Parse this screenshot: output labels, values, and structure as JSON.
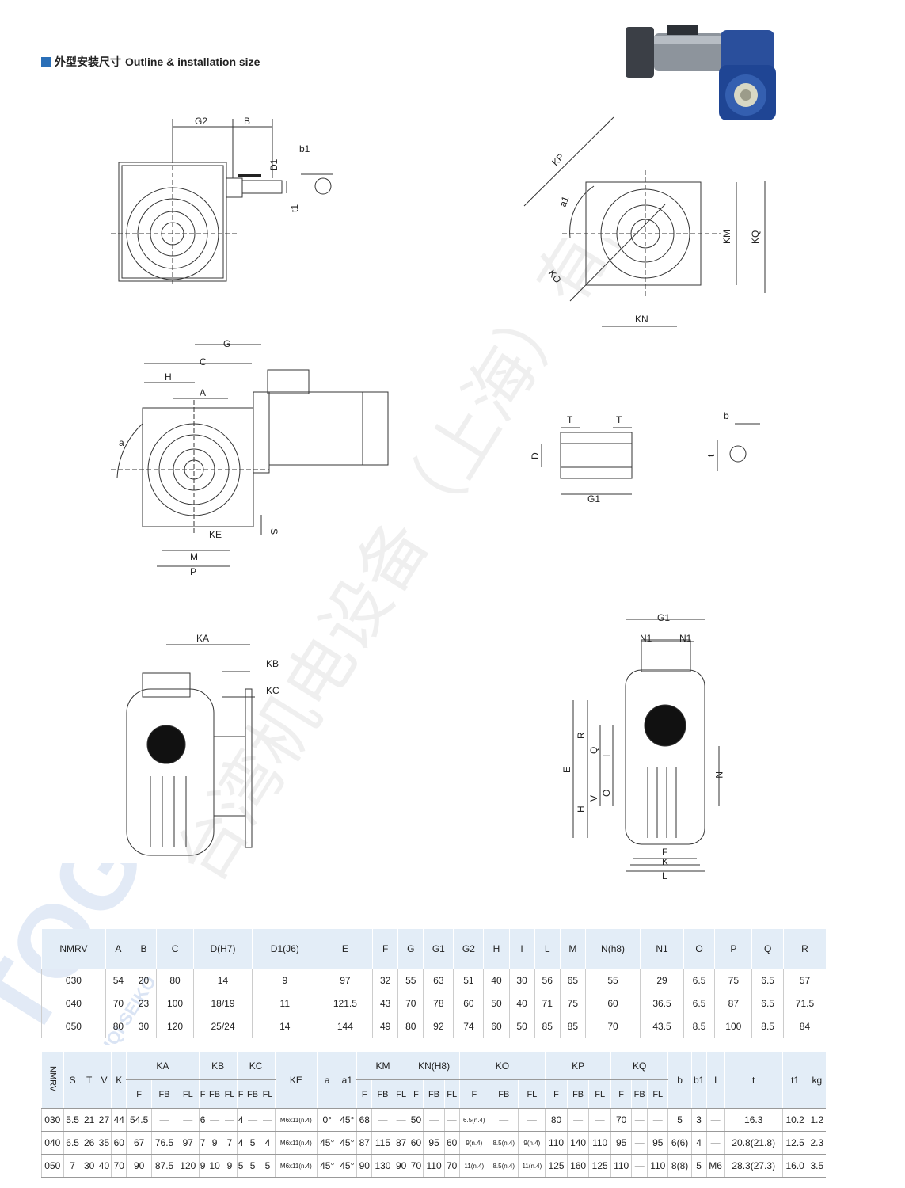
{
  "header": {
    "title_cn": "外型安装尺寸",
    "title_en": "Outline & installation size"
  },
  "watermark": {
    "text": "台湾机电设备（上海）有限公司",
    "logo": "TOG",
    "logo_sub": "TAIQI SEIKO"
  },
  "drawings": {
    "top_view": {
      "labels": [
        "G2",
        "B",
        "D1",
        "b1",
        "t1"
      ]
    },
    "flange_view": {
      "labels": [
        "KP",
        "a1",
        "KO",
        "KN",
        "KM",
        "KQ"
      ]
    },
    "front_view": {
      "labels": [
        "G",
        "C",
        "H",
        "A",
        "a",
        "S",
        "KE",
        "M",
        "P"
      ]
    },
    "hollow_shaft": {
      "labels": [
        "T",
        "T",
        "D",
        "G1"
      ]
    },
    "key_section": {
      "labels": [
        "b",
        "t"
      ]
    },
    "side_view": {
      "labels": [
        "KA",
        "KB",
        "KC"
      ]
    },
    "end_view": {
      "labels": [
        "G1",
        "N1",
        "N1",
        "R",
        "Q",
        "I",
        "E",
        "V",
        "O",
        "H",
        "N",
        "F",
        "K",
        "L"
      ]
    }
  },
  "table1": {
    "headers": [
      "NMRV",
      "A",
      "B",
      "C",
      "D(H7)",
      "D1(J6)",
      "E",
      "F",
      "G",
      "G1",
      "G2",
      "H",
      "I",
      "L",
      "M",
      "N(h8)",
      "N1",
      "O",
      "P",
      "Q",
      "R"
    ],
    "rows": [
      [
        "030",
        "54",
        "20",
        "80",
        "14",
        "9",
        "97",
        "32",
        "55",
        "63",
        "51",
        "40",
        "30",
        "56",
        "65",
        "55",
        "29",
        "6.5",
        "75",
        "6.5",
        "57"
      ],
      [
        "040",
        "70",
        "23",
        "100",
        "18/19",
        "11",
        "121.5",
        "43",
        "70",
        "78",
        "60",
        "50",
        "40",
        "71",
        "75",
        "60",
        "36.5",
        "6.5",
        "87",
        "6.5",
        "71.5"
      ],
      [
        "050",
        "80",
        "30",
        "120",
        "25/24",
        "14",
        "144",
        "49",
        "80",
        "92",
        "74",
        "60",
        "50",
        "85",
        "85",
        "70",
        "43.5",
        "8.5",
        "100",
        "8.5",
        "84"
      ]
    ]
  },
  "table2": {
    "lead_headers": [
      "NMRV",
      "S",
      "T",
      "V",
      "K"
    ],
    "group_headers": [
      "KA",
      "KB",
      "KC"
    ],
    "mid_headers": [
      "KE",
      "a",
      "a1"
    ],
    "group2_headers": [
      "KM",
      "KN(H8)",
      "KO",
      "KP",
      "KQ"
    ],
    "tail_headers": [
      "b",
      "b1",
      "I",
      "t",
      "t1",
      "kg"
    ],
    "sub_headers": [
      "F",
      "FB",
      "FL"
    ],
    "rows": [
      [
        "030",
        "5.5",
        "21",
        "27",
        "44",
        "54.5",
        "—",
        "—",
        "6",
        "—",
        "—",
        "4",
        "—",
        "—",
        "M6x11(n.4)",
        "0°",
        "45°",
        "68",
        "—",
        "—",
        "50",
        "—",
        "—",
        "6.5(n.4)",
        "—",
        "—",
        "80",
        "—",
        "—",
        "70",
        "—",
        "—",
        "5",
        "3",
        "—",
        "16.3",
        "10.2",
        "1.2"
      ],
      [
        "040",
        "6.5",
        "26",
        "35",
        "60",
        "67",
        "76.5",
        "97",
        "7",
        "9",
        "7",
        "4",
        "5",
        "4",
        "M6x11(n.4)",
        "45°",
        "45°",
        "87",
        "115",
        "87",
        "60",
        "95",
        "60",
        "9(n.4)",
        "8.5(n.4)",
        "9(n.4)",
        "110",
        "140",
        "110",
        "95",
        "—",
        "95",
        "6(6)",
        "4",
        "—",
        "20.8(21.8)",
        "12.5",
        "2.3"
      ],
      [
        "050",
        "7",
        "30",
        "40",
        "70",
        "90",
        "87.5",
        "120",
        "9",
        "10",
        "9",
        "5",
        "5",
        "5",
        "M6x11(n.4)",
        "45°",
        "45°",
        "90",
        "130",
        "90",
        "70",
        "110",
        "70",
        "11(n.4)",
        "8.5(n.4)",
        "11(n.4)",
        "125",
        "160",
        "125",
        "110",
        "—",
        "110",
        "8(8)",
        "5",
        "M6",
        "28.3(27.3)",
        "16.0",
        "3.5"
      ]
    ]
  }
}
